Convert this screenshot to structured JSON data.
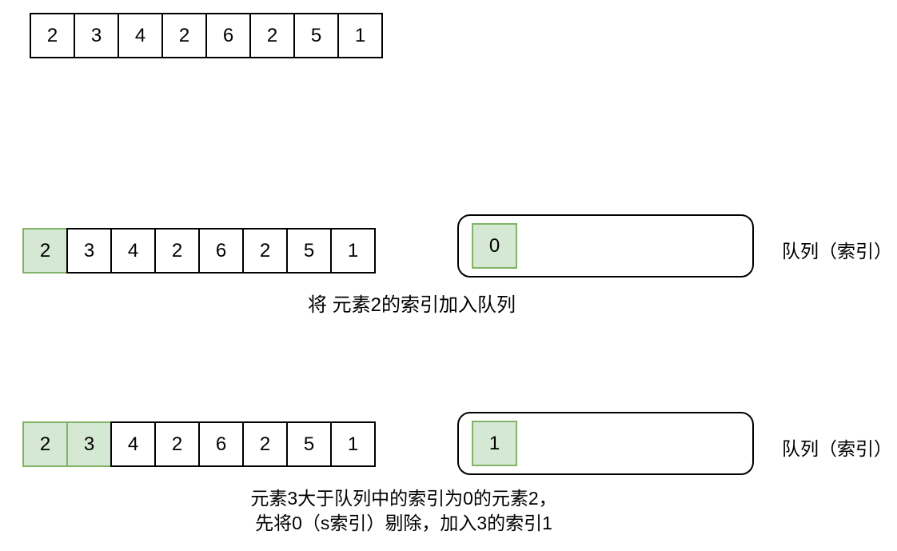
{
  "colors": {
    "highlight_fill": "#d5e8d4",
    "highlight_border": "#82b366",
    "stroke": "#000000",
    "background": "#ffffff"
  },
  "array_values": [
    "2",
    "3",
    "4",
    "2",
    "6",
    "2",
    "5",
    "1"
  ],
  "sections": {
    "top": {
      "highlighted_indices": []
    },
    "step1": {
      "highlighted_indices": [
        0
      ],
      "queue": {
        "items": [
          "0"
        ]
      },
      "queue_label": "队列（索引）",
      "caption_lines": [
        "将 元素2的索引加入队列"
      ]
    },
    "step2": {
      "highlighted_indices": [
        0,
        1
      ],
      "queue": {
        "items": [
          "1"
        ]
      },
      "queue_label": "队列（索引）",
      "caption_lines": [
        "元素3大于队列中的索引为0的元素2，",
        "先将0（s索引）剔除，加入3的索引1"
      ]
    }
  }
}
